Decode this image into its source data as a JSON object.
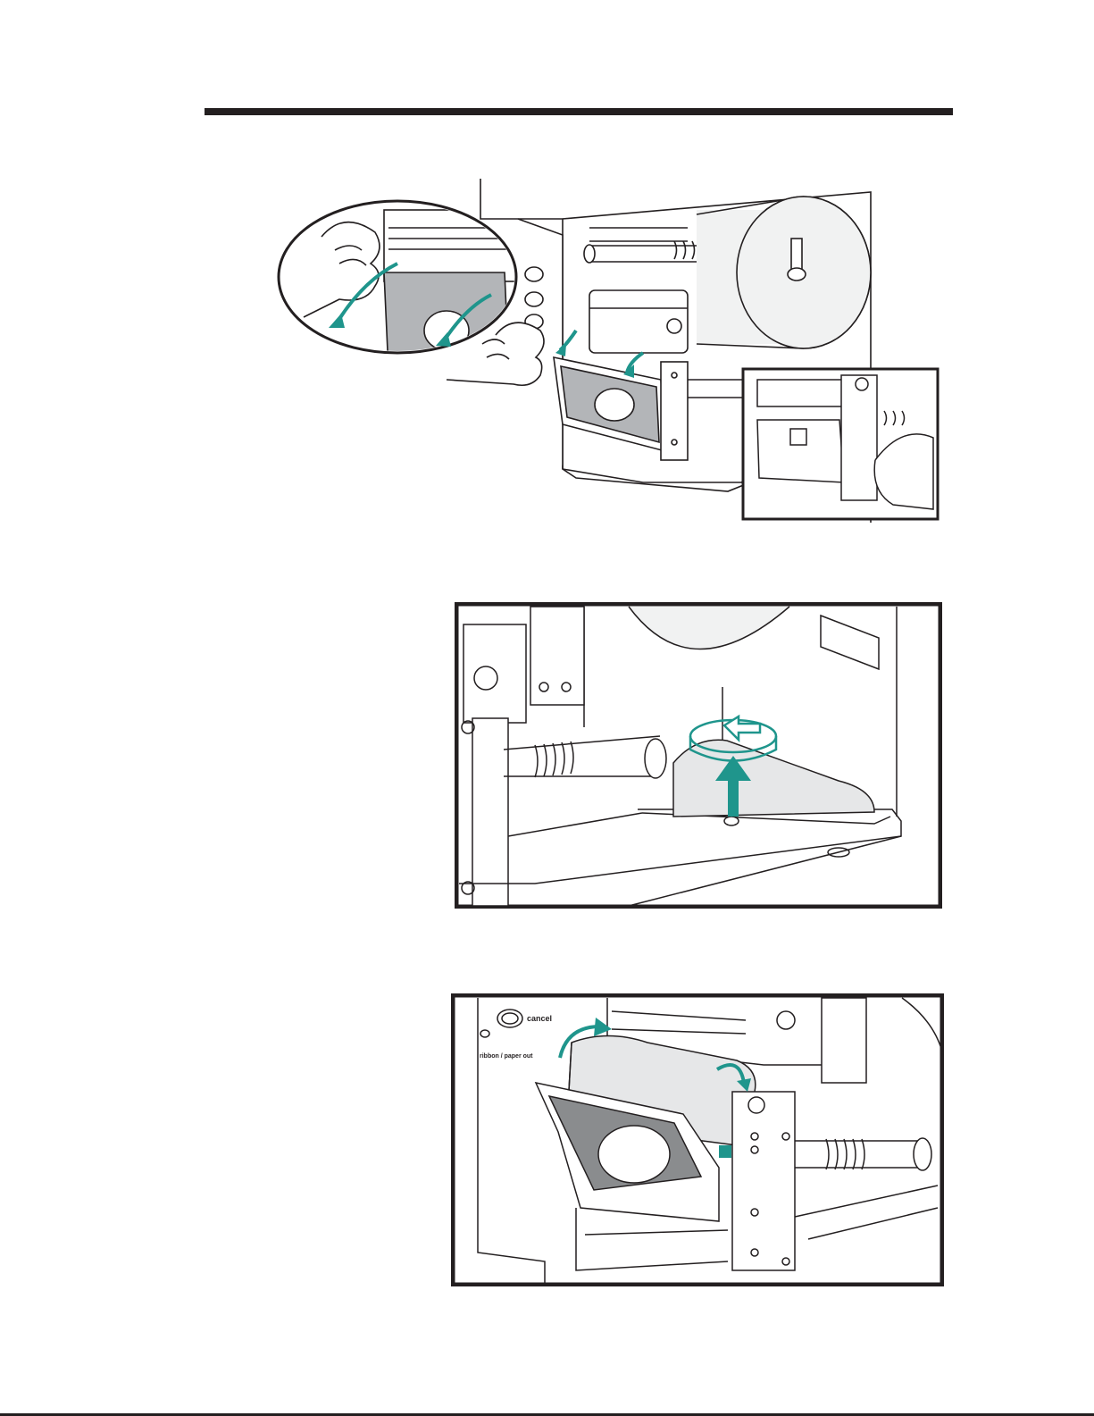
{
  "page": {
    "figures": [
      {
        "id": "figure-1-open-rewind-plate"
      },
      {
        "id": "figure-2-rotate-spindle"
      },
      {
        "id": "figure-3-wrap-media"
      }
    ]
  },
  "control_panel": {
    "button_labels": [
      "cancel",
      "ribbon / paper out"
    ]
  },
  "colors": {
    "accent_arrow": "#1f958c",
    "line": "#231f20",
    "media": "#e6e7e8",
    "frame": "#f1f2f2"
  },
  "icons": [
    "curved-arrow-icon",
    "rotate-arrow-icon",
    "up-arrow-icon",
    "hand-icon"
  ]
}
